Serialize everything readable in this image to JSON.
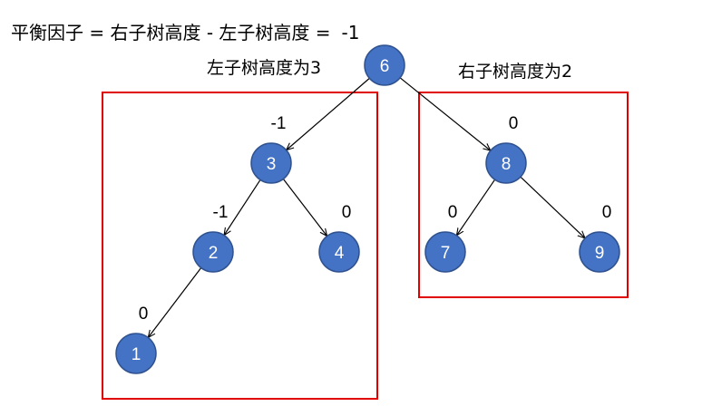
{
  "header": {
    "formula": "平衡因子 = 右子树高度 - 左子树高度 =",
    "value": "-1"
  },
  "captions": {
    "left": "左子树高度为3",
    "right": "右子树高度为2"
  },
  "nodes": [
    {
      "id": "n6",
      "label": "6",
      "bf": ""
    },
    {
      "id": "n3",
      "label": "3",
      "bf": "-1"
    },
    {
      "id": "n8",
      "label": "8",
      "bf": "0"
    },
    {
      "id": "n2",
      "label": "2",
      "bf": "-1"
    },
    {
      "id": "n4",
      "label": "4",
      "bf": "0"
    },
    {
      "id": "n7",
      "label": "7",
      "bf": "0"
    },
    {
      "id": "n9",
      "label": "9",
      "bf": "0"
    },
    {
      "id": "n1",
      "label": "1",
      "bf": "0"
    }
  ],
  "edges": [
    {
      "from": "n6",
      "to": "n3"
    },
    {
      "from": "n6",
      "to": "n8"
    },
    {
      "from": "n3",
      "to": "n2"
    },
    {
      "from": "n3",
      "to": "n4"
    },
    {
      "from": "n8",
      "to": "n7"
    },
    {
      "from": "n8",
      "to": "n9"
    },
    {
      "from": "n2",
      "to": "n1"
    }
  ],
  "colors": {
    "node_fill": "#4472C4",
    "node_stroke": "#2F528F",
    "box_stroke": "#E00000",
    "edge": "#000000"
  }
}
